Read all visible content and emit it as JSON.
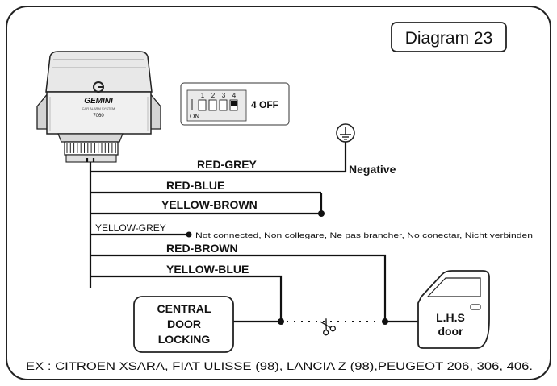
{
  "diagram_title": "Diagram 23",
  "module": {
    "brand": "GEMINI",
    "subtitle": "CAR ALARM SYSTEM",
    "model": "7060"
  },
  "dip_switch": {
    "numbers": [
      "1",
      "2",
      "3",
      "4"
    ],
    "on_label": "ON",
    "setting_label": "4 OFF"
  },
  "ground_label": "Negative",
  "wires": {
    "red_grey": "RED-GREY",
    "red_blue": "RED-BLUE",
    "yellow_brown": "YELLOW-BROWN",
    "yellow_grey": "YELLOW-GREY",
    "red_brown": "RED-BROWN",
    "yellow_blue": "YELLOW-BLUE"
  },
  "not_connected_note": "Not connected, Non collegare, Ne pas brancher, No conectar, Nicht verbinden",
  "central_locking": [
    "CENTRAL",
    "DOOR",
    "LOCKING"
  ],
  "door": [
    "L.H.S",
    "door"
  ],
  "vehicles_note": "EX : CITROEN XSARA, FIAT ULISSE (98), LANCIA Z (98),PEUGEOT 206, 306, 406.",
  "colors": {
    "ink": "#111111",
    "background": "#ffffff",
    "module_body": "#e8e8e8"
  }
}
